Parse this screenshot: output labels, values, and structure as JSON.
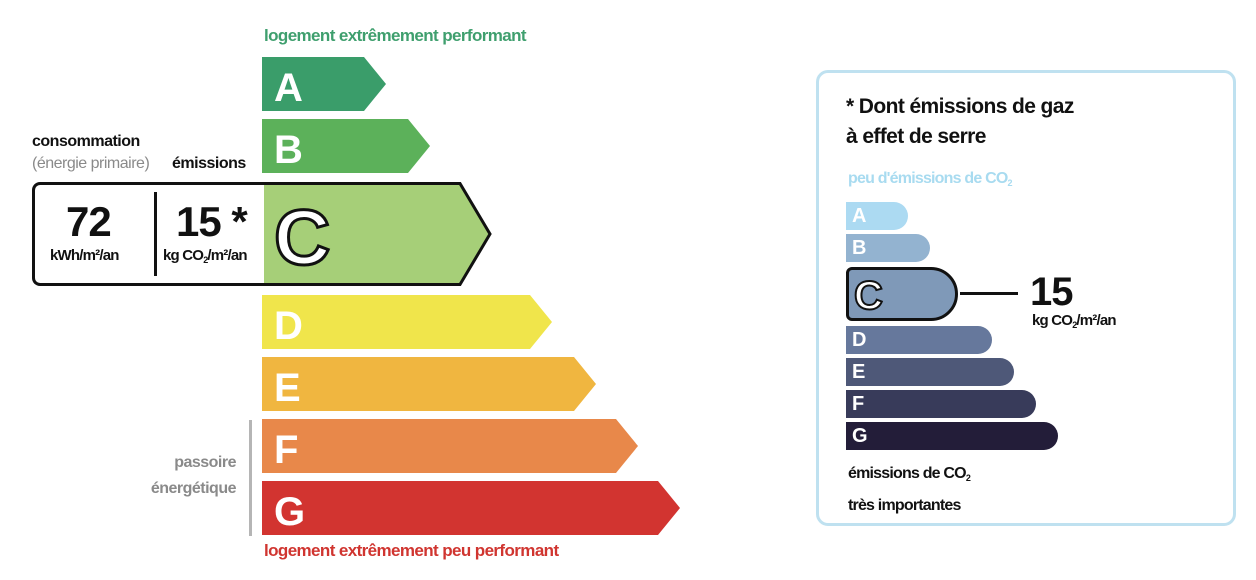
{
  "dpe": {
    "top_label": "logement extrêmement performant",
    "bottom_label": "logement extrêmement peu performant",
    "top_color": "#3f9f6e",
    "bottom_color": "#d03530",
    "classes": [
      {
        "letter": "A",
        "color": "#3a9d6a"
      },
      {
        "letter": "B",
        "color": "#5cb15a"
      },
      {
        "letter": "C",
        "color": "#a6cf78"
      },
      {
        "letter": "D",
        "color": "#f0e54b"
      },
      {
        "letter": "E",
        "color": "#f0b640"
      },
      {
        "letter": "F",
        "color": "#e8884a"
      },
      {
        "letter": "G",
        "color": "#d23430"
      }
    ],
    "current_class": "C",
    "consumption_title": "consommation",
    "consumption_sub": "(énergie primaire)",
    "emissions_title": "émissions",
    "consumption_value": "72",
    "consumption_unit": "kWh/m²/an",
    "emissions_value": "15 *",
    "emissions_unit_a": "kg CO",
    "emissions_unit_sub": "2",
    "emissions_unit_b": "/m²/an",
    "passoire_1": "passoire",
    "passoire_2": "énergétique"
  },
  "ges": {
    "title_1": "* Dont émissions de gaz",
    "title_2": "à effet de serre",
    "top_label_a": "peu d'émissions de CO",
    "top_label_sub": "2",
    "classes": [
      {
        "letter": "A",
        "color": "#acdaf2"
      },
      {
        "letter": "B",
        "color": "#93b3d0"
      },
      {
        "letter": "C",
        "color": "#7f99b8"
      },
      {
        "letter": "D",
        "color": "#66789c"
      },
      {
        "letter": "E",
        "color": "#4e5878"
      },
      {
        "letter": "F",
        "color": "#383b5a"
      },
      {
        "letter": "G",
        "color": "#231d39"
      }
    ],
    "current_class": "C",
    "value": "15",
    "unit_a": "kg CO",
    "unit_sub": "2",
    "unit_b": "/m²/an",
    "bottom_label_1a": "émissions de CO",
    "bottom_label_1sub": "2",
    "bottom_label_2": "très importantes"
  }
}
